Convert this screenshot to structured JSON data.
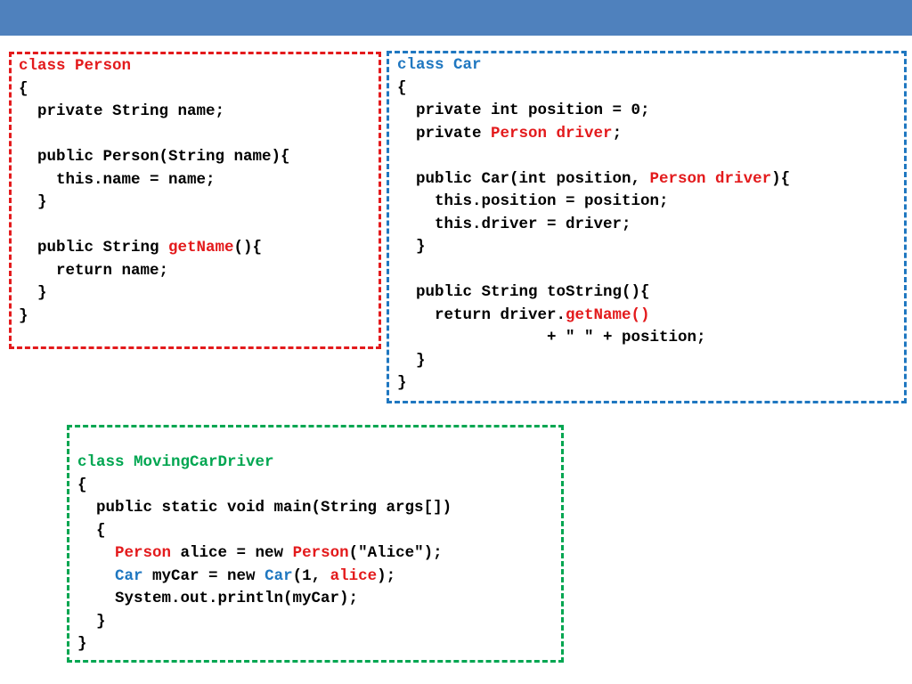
{
  "colors": {
    "header_bar": "#4f81bd",
    "person_box": "#e31a1c",
    "car_box": "#1f77c0",
    "driver_box": "#00a651",
    "default_text": "#000000"
  },
  "boxes": [
    {
      "name": "class-person-box",
      "color_key": "person_box",
      "lines": [
        [
          {
            "t": "class Person",
            "c": "person_box"
          }
        ],
        [
          {
            "t": "{"
          }
        ],
        [
          {
            "t": "  private String name;"
          }
        ],
        [
          {
            "t": ""
          }
        ],
        [
          {
            "t": "  public Person(String name){"
          }
        ],
        [
          {
            "t": "    this.name = name;"
          }
        ],
        [
          {
            "t": "  }"
          }
        ],
        [
          {
            "t": ""
          }
        ],
        [
          {
            "t": "  public String "
          },
          {
            "t": "getName",
            "c": "person_box"
          },
          {
            "t": "(){"
          }
        ],
        [
          {
            "t": "    return name;"
          }
        ],
        [
          {
            "t": "  }"
          }
        ],
        [
          {
            "t": "}"
          }
        ]
      ]
    },
    {
      "name": "class-car-box",
      "color_key": "car_box",
      "lines": [
        [
          {
            "t": "class Car",
            "c": "car_box"
          }
        ],
        [
          {
            "t": "{"
          }
        ],
        [
          {
            "t": "  private int position = 0;"
          }
        ],
        [
          {
            "t": "  private "
          },
          {
            "t": "Person driver",
            "c": "person_box"
          },
          {
            "t": ";"
          }
        ],
        [
          {
            "t": ""
          }
        ],
        [
          {
            "t": "  public Car(int position, "
          },
          {
            "t": "Person driver",
            "c": "person_box"
          },
          {
            "t": "){"
          }
        ],
        [
          {
            "t": "    this.position = position;"
          }
        ],
        [
          {
            "t": "    this.driver = driver;"
          }
        ],
        [
          {
            "t": "  }"
          }
        ],
        [
          {
            "t": ""
          }
        ],
        [
          {
            "t": "  public String toString(){"
          }
        ],
        [
          {
            "t": "    return driver."
          },
          {
            "t": "getName()",
            "c": "person_box"
          }
        ],
        [
          {
            "t": "                + \" \" + position;"
          }
        ],
        [
          {
            "t": "  }"
          }
        ],
        [
          {
            "t": "}"
          }
        ]
      ]
    },
    {
      "name": "class-moving-car-driver-box",
      "color_key": "driver_box",
      "lines": [
        [
          {
            "t": "class MovingCarDriver",
            "c": "driver_box"
          }
        ],
        [
          {
            "t": "{"
          }
        ],
        [
          {
            "t": "  public static void main(String args[])"
          }
        ],
        [
          {
            "t": "  {"
          }
        ],
        [
          {
            "t": "    "
          },
          {
            "t": "Person",
            "c": "person_box"
          },
          {
            "t": " alice = new "
          },
          {
            "t": "Person",
            "c": "person_box"
          },
          {
            "t": "(\"Alice\");"
          }
        ],
        [
          {
            "t": "    "
          },
          {
            "t": "Car",
            "c": "car_box"
          },
          {
            "t": " myCar = new "
          },
          {
            "t": "Car",
            "c": "car_box"
          },
          {
            "t": "(1, "
          },
          {
            "t": "alice",
            "c": "person_box"
          },
          {
            "t": ");"
          }
        ],
        [
          {
            "t": "    System.out.println(myCar);"
          }
        ],
        [
          {
            "t": "  }"
          }
        ],
        [
          {
            "t": "}"
          }
        ]
      ]
    }
  ]
}
